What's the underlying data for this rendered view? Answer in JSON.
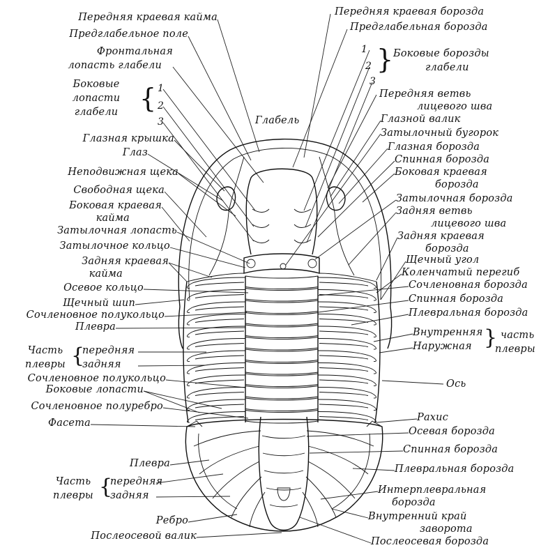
{
  "labels_left": [
    "Передняя краевая кайма",
    "Предглабельное поле",
    "Фронтальная",
    "лопасть глабели",
    "Боковые",
    "лопасти",
    "глабели",
    "Глазная крышка",
    "Глаз",
    "Неподвижная щека",
    "Свободная щека",
    "Боковая краевая",
    "кайма",
    "Затылочная лопасть",
    "Затылочное кольцо",
    "Задняя краевая",
    "кайма",
    "Осевое кольцо",
    "Щечный шип",
    "Сочленовное полукольцо",
    "Плевра",
    "Часть",
    "передняя",
    "плевры",
    "задняя",
    "Сочленовное полукольцо",
    "Боковые лопасти",
    "Сочленовное полуребро",
    "Фасета",
    "Плевра",
    "Часть",
    "передняя",
    "плевры",
    "задняя",
    "Ребро",
    "Послеосевой валик"
  ],
  "labels_right": [
    "Передняя краевая борозда",
    "Предглабельная борозда",
    "Боковые борозды",
    "глабели",
    "Передняя ветвь",
    "лицевого шва",
    "Глазной валик",
    "Затылочный бугорок",
    "Глазная борозда",
    "Спинная борозда",
    "Боковая краевая",
    "борозда",
    "Затылочная борозда",
    "Задняя ветвь",
    "лицевого шва",
    "Задняя краевая",
    "борозда",
    "Щечный угол",
    "Коленчатый перегиб",
    "Сочленовная борозда",
    "Спинная борозда",
    "Плевральная борозда",
    "Внутренняя",
    "часть",
    "Наружная",
    "плевры",
    "Ось",
    "Рахис",
    "Осевая борозда",
    "Спинная борозда",
    "Плевральная борозда",
    "Интерплевральная",
    "борозда",
    "Внутренний край",
    "заворота",
    "Послеосевая борозда"
  ],
  "center_label": "Глабель",
  "numbers": [
    "1",
    "2",
    "3"
  ]
}
